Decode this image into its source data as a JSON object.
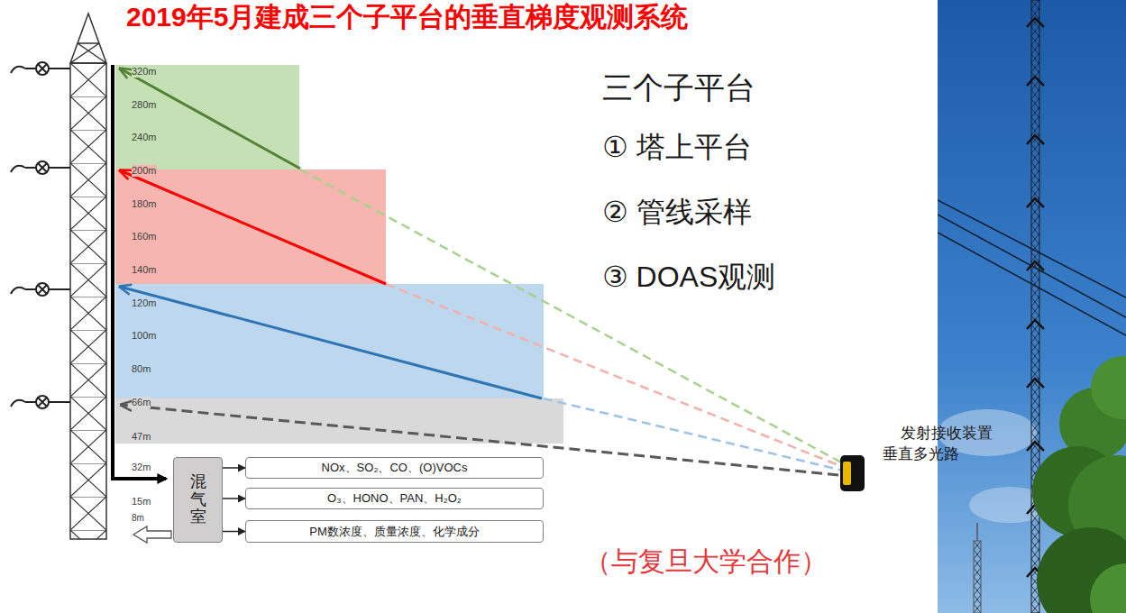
{
  "diagram": {
    "title": "2019年5月建成三个子平台的垂直梯度观测系统",
    "nodes": [
      {
        "text": [
          "混气室"
        ]
      },
      {
        "text": [
          "NOx、SO₂、CO、(O)VOCs"
        ]
      },
      {
        "text": [
          "O₃、HONO、PAN、H₂O₂"
        ]
      },
      {
        "text": [
          "PM数浓度、质量浓度、化学成分"
        ]
      }
    ],
    "edges": [
      {
        "from": 0,
        "to": 1,
        "arrow": "to"
      },
      {
        "from": 0,
        "to": 2,
        "arrow": "to"
      },
      {
        "from": 0,
        "to": 3,
        "arrow": "to"
      }
    ],
    "labels": [
      "320m",
      "280m",
      "240m",
      "200m",
      "180m",
      "160m",
      "140m",
      "120m",
      "100m",
      "80m",
      "66m",
      "47m",
      "32m",
      "15m",
      "8m",
      "三个子平台",
      "① 塔上平台",
      "② 管线采样",
      "③ DOAS观测",
      "垂直多光路",
      "发射接收装置",
      "（与复旦大学合作）"
    ]
  }
}
